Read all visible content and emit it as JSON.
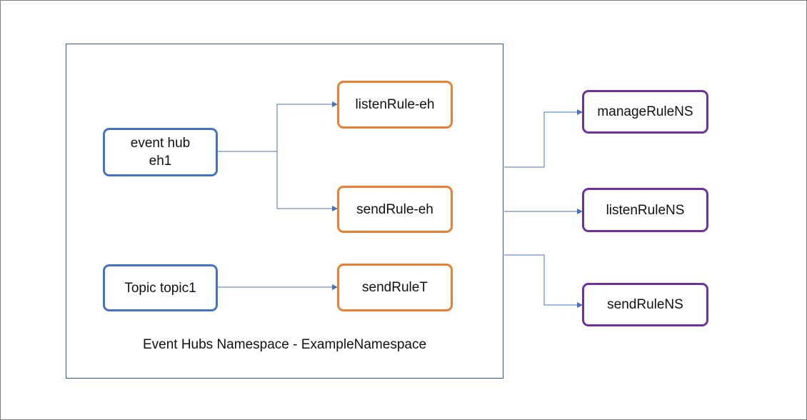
{
  "namespace": {
    "label": "Event Hubs Namespace - ExampleNamespace"
  },
  "sources": {
    "eventhub": {
      "line1": "event hub",
      "line2": "eh1"
    },
    "topic": {
      "label": "Topic topic1"
    }
  },
  "eh_rules": {
    "listen": "listenRule-eh",
    "send": "sendRule-eh"
  },
  "topic_rules": {
    "send": "sendRuleT"
  },
  "ns_rules": {
    "manage": "manageRuleNS",
    "listen": "listenRuleNS",
    "send": "sendRuleNS"
  },
  "colors": {
    "source_border": "#4472c4",
    "eh_rule_border": "#ed7d31",
    "ns_rule_border": "#7030a0",
    "connector": "#4472c4"
  }
}
